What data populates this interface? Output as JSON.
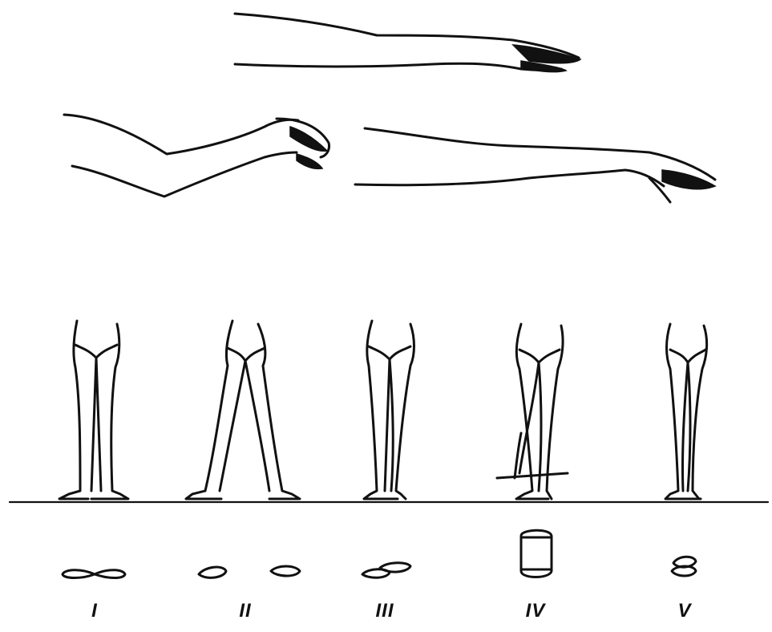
{
  "positions": [
    {
      "numeral": "I"
    },
    {
      "numeral": "II"
    },
    {
      "numeral": "III"
    },
    {
      "numeral": "IV"
    },
    {
      "numeral": "V"
    }
  ],
  "colors": {
    "ink": "#111111",
    "paper": "#ffffff"
  }
}
